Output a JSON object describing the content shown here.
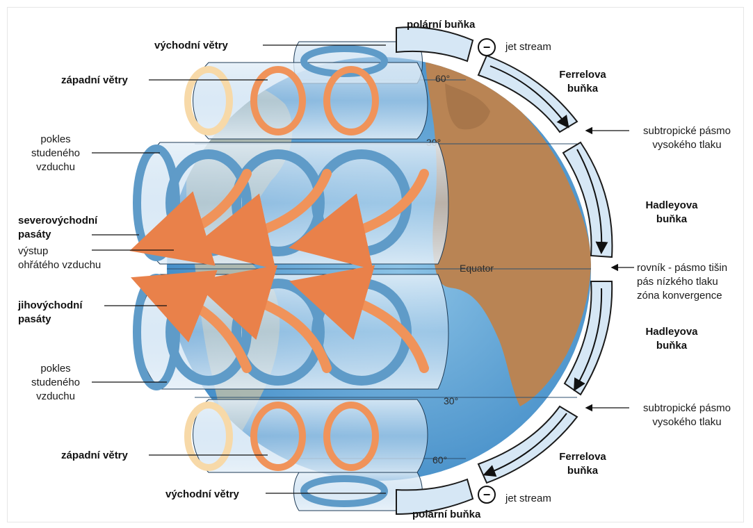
{
  "colors": {
    "ocean": "#6fb0dc",
    "ocean_dark": "#3d89c6",
    "land": "#b98454",
    "land_ghost": "#c8c2a6",
    "cell_fill": "#d6e7f5",
    "arrow_blue": "#5f9bc8",
    "arrow_orange": "#f0935a",
    "arrow_cream": "#f7d9a8"
  },
  "labels": {
    "polar_top": "polární buňka",
    "jet_top": "jet stream",
    "polar_bottom": "polární buňka",
    "jet_bottom": "jet stream",
    "ferrel_top": [
      "Ferrelova",
      "buňka"
    ],
    "ferrel_bottom": [
      "Ferrelova",
      "buňka"
    ],
    "hadley_top": [
      "Hadleyova",
      "buňka"
    ],
    "hadley_bottom": [
      "Hadleyova",
      "buňka"
    ],
    "subtropic_top": [
      "subtropické pásmo",
      "vysokého tlaku"
    ],
    "subtropic_bottom": [
      "subtropické pásmo",
      "vysokého tlaku"
    ],
    "itcz": [
      "rovník - pásmo tišin",
      "pás nízkého tlaku",
      "zóna konvergence"
    ],
    "easterlies_top": "východní větry",
    "westerlies_top": "západní větry",
    "cold_air_top": [
      "pokles",
      "studeného",
      "vzduchu"
    ],
    "ne_trades": [
      "severovýchodní",
      "pasáty"
    ],
    "warm_rise": [
      "výstup",
      "ohřátého vzduchu"
    ],
    "se_trades": [
      "jihovýchodní",
      "pasáty"
    ],
    "cold_air_bottom": [
      "pokles",
      "studeného",
      "vzduchu"
    ],
    "westerlies_bottom": "západní větry",
    "easterlies_bottom": "východní větry",
    "minus_symbol": "−",
    "equator": "Equator",
    "lat_60_top": "60°",
    "lat_30_top": "30°",
    "lat_30_bottom": "30°",
    "lat_60_bottom": "60°"
  }
}
